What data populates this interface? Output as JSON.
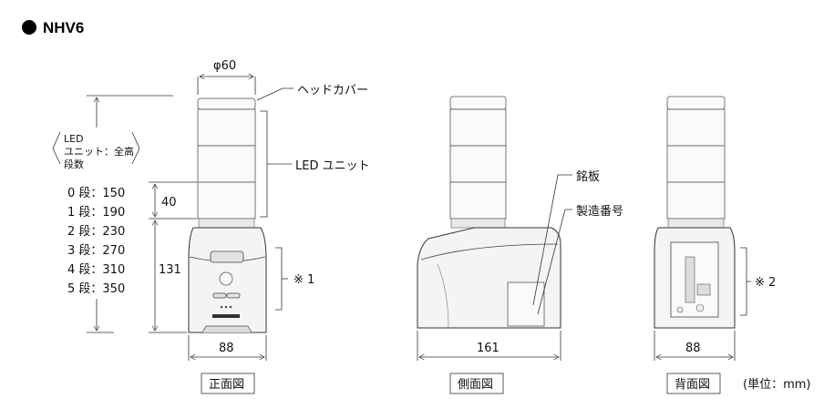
{
  "title": "NHV6",
  "labels": {
    "diameter": "φ60",
    "head_cover": "ヘッドカバー",
    "led_unit": "LED ユニット",
    "nameplate": "銘板",
    "serial_number": "製造番号",
    "note1": "※ 1",
    "note2": "※ 2"
  },
  "table": {
    "header_line1": "LED",
    "header_line2": "ユニット：全高",
    "header_line3": "段数",
    "rows": [
      "0 段：150",
      "1 段：190",
      "2 段：230",
      "3 段：270",
      "4 段：310",
      "5 段：350"
    ]
  },
  "dimensions": {
    "unit_height": "40",
    "base_height": "131",
    "front_width": "88",
    "side_width": "161",
    "back_width": "88"
  },
  "views": {
    "front": "正面図",
    "side": "側面図",
    "back": "背面図"
  },
  "unit_note": "(単位：mm)"
}
